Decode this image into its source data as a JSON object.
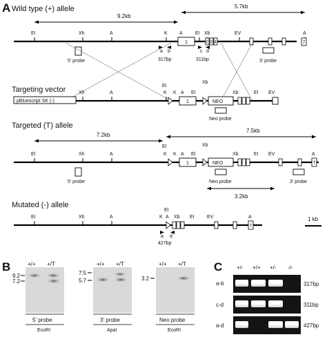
{
  "panels": {
    "a": "A",
    "b": "B",
    "c": "C"
  },
  "titles": {
    "wt": "Wild type (+) allele",
    "tv": "Targeting vector",
    "tg": "Targeted (T) allele",
    "mu": "Mutated (-) allele"
  },
  "distances": {
    "d92": "9.2kb",
    "d57": "5.7kb",
    "d72": "7.2kb",
    "d75": "7.5kb",
    "d32": "3.2kb",
    "scale": "1 kb"
  },
  "sites": {
    "ei": "EI",
    "xh": "Xh",
    "a": "A",
    "k": "K",
    "xb": "Xb",
    "ev": "EV"
  },
  "exons": {
    "e1": "1",
    "e2": "2",
    "e3": "3",
    "e4": "4",
    "e7": "7"
  },
  "primers": {
    "a": "a",
    "b": "b",
    "c": "c",
    "d": "d"
  },
  "amplicons": {
    "p317": "317bp",
    "p311": "311bp",
    "p427": "427bp"
  },
  "probes": {
    "five": "5' probe",
    "three": "3' probe",
    "neo": "Neo probe"
  },
  "vector": {
    "backbone": "pBluescript SK (-)",
    "neo": "NEO"
  },
  "blot": {
    "genotypes": [
      "+/+",
      "+/T"
    ],
    "lane1": {
      "marks": [
        "9.2",
        "7.2"
      ],
      "probe": "5' probe",
      "enzyme": "EcoRI"
    },
    "lane2": {
      "marks": [
        "7.5",
        "5.7"
      ],
      "probe": "3' probe",
      "enzyme": "ApaI"
    },
    "lane3": {
      "marks": [
        "3.2"
      ],
      "probe": "Neo probe",
      "enzyme": "EcoRI"
    }
  },
  "pcr": {
    "genotypes": [
      "+/-",
      "+/+",
      "+/-",
      "-/-"
    ],
    "rows": [
      {
        "label": "a-b",
        "size": "317bp"
      },
      {
        "label": "c-d",
        "size": "311bp"
      },
      {
        "label": "a-d",
        "size": "427bp"
      }
    ]
  }
}
